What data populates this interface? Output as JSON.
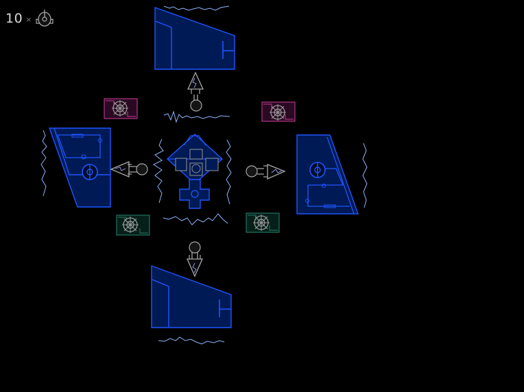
{
  "hud": {
    "ship_count": "10",
    "multiplier_symbol": "×",
    "ship_icon": "ship-icon"
  },
  "colors": {
    "background": "#000000",
    "structure_fill": "#001a55",
    "structure_stroke": "#1f56ff",
    "energy_line": "#8fb6ff",
    "ship_outline": "#a8a8a8",
    "gear_magenta": "#c23a8f",
    "gear_teal": "#2a7a6a"
  },
  "map": {
    "turrets": [
      "turret-top",
      "turret-left",
      "turret-right",
      "turret-bottom"
    ],
    "gear_modules": [
      "gear-pink",
      "gear-pink",
      "gear-teal",
      "gear-teal"
    ],
    "ships": [
      "ship-north",
      "ship-west",
      "ship-east",
      "ship-south"
    ],
    "core": "central-core"
  }
}
